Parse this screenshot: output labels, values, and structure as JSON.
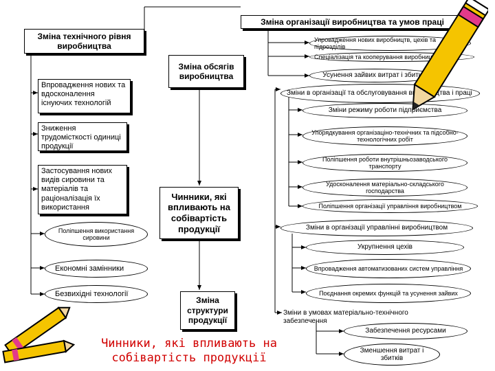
{
  "title_box": "Зміна організації виробництва та умов праці",
  "left_column": {
    "header": "Зміна технічного рівня виробництва",
    "items": [
      "Впровадження нових та вдосконалення існуючих технологій",
      "Зниження трудомісткості одиниці продукції",
      "Застосування нових видів сировини та матеріалів та раціоналізація їх використання"
    ],
    "ovals": [
      "Поліпшення використання сировини",
      "Економні замінники",
      "Безвихідні технології"
    ]
  },
  "center": {
    "volume": "Зміна обсягів виробництва",
    "main": "Чинники, які впливають на собівартість продукції",
    "structure": "Зміна структури продукції"
  },
  "right_column": {
    "top_items": [
      "Упровадження нових виробництв, цехів та підрозділів",
      "Спеціалізація та кооперування виробництва",
      "Усунення зайвих витрат і збитків"
    ],
    "org_header": "Зміни в організації та обслуговування виробництва і праці",
    "org_items": [
      "Зміни режиму роботи підприємства",
      "Упорядкування організаціно-технічних та підсобно-технологічних робіт",
      "Поліпшення роботи внутрішньозаводського транспорту",
      "Удосконалення матеріально-складського господарства",
      "Поліпшення організації управління виробництвом"
    ],
    "mgmt_header": "Зміни в організації управлінні виробництвом",
    "mgmt_items": [
      "Укрупнення цехів",
      "Впровадження автоматизованих систем управління",
      "Поєднання окремих функцій та усунення зайвих"
    ],
    "supply_header": "Зміни в умовах матеріально-технічного забезпечення",
    "supply_items": [
      "Забезпечення ресурсами",
      "Зменшення витрат і збитків"
    ]
  },
  "caption": "Чинники, які впливають на собівартість продукції",
  "colors": {
    "caption": "#d10000",
    "pencil_body": "#f5c400",
    "pencil_band": "#e23a8a",
    "pencil_tip": "#222222"
  },
  "icons": [
    "pencil-icon",
    "crayons-icon"
  ]
}
